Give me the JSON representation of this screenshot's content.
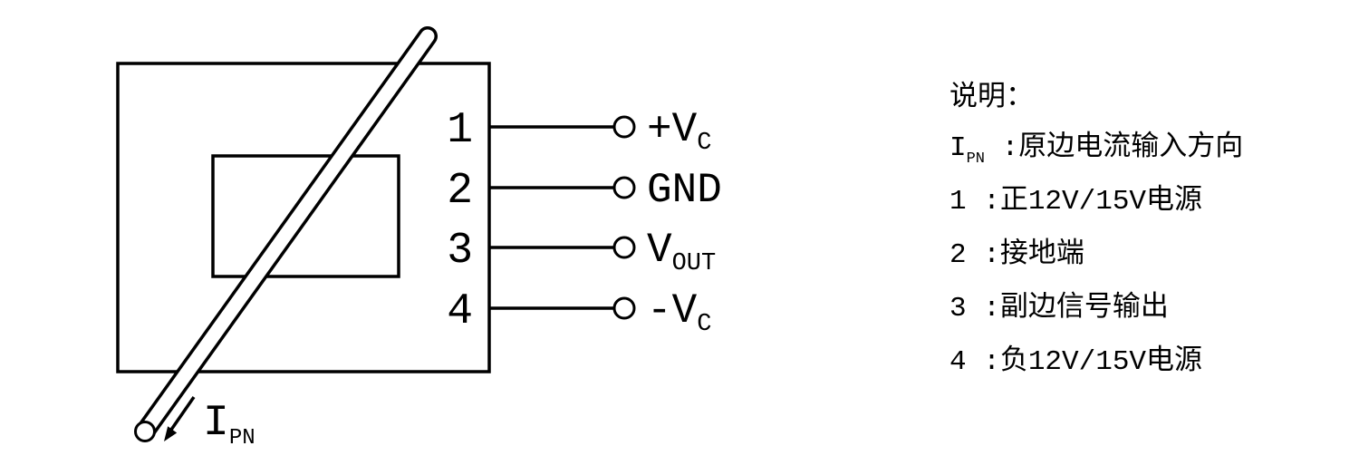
{
  "diagram": {
    "pins": [
      {
        "number": "1",
        "line_label": "+V",
        "sub": "C"
      },
      {
        "number": "2",
        "line_label": "GND",
        "sub": ""
      },
      {
        "number": "3",
        "line_label": "V",
        "sub": "OUT"
      },
      {
        "number": "4",
        "line_label": "-V",
        "sub": "C"
      }
    ],
    "current_label": {
      "main": "I",
      "sub": "PN"
    }
  },
  "legend": {
    "title": "说明：",
    "items": [
      {
        "term": "I",
        "sub": "PN",
        "desc": " :原边电流输入方向"
      },
      {
        "term": "1",
        "sub": "",
        "desc": " :正12V/15V电源"
      },
      {
        "term": "2",
        "sub": "",
        "desc": " :接地端"
      },
      {
        "term": "3",
        "sub": "",
        "desc": " :副边信号输出"
      },
      {
        "term": "4",
        "sub": "",
        "desc": " :负12V/15V电源"
      }
    ]
  },
  "colors": {
    "ink": "#000000",
    "background": "#ffffff"
  }
}
